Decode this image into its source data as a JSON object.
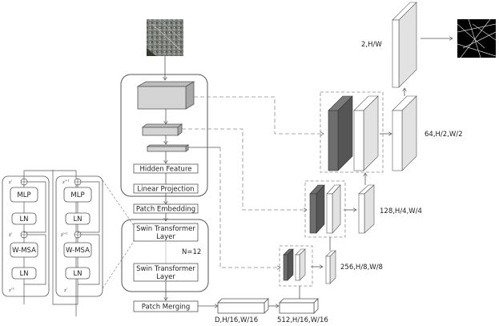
{
  "title": "Swin Transformer encoder with U-shaped decoder for road extraction",
  "input_image": {
    "semantic": "satellite-input-image"
  },
  "output_image": {
    "semantic": "road-segmentation-output"
  },
  "encoder": {
    "hidden_feature": "Hidden Feature",
    "linear_projection": "Linear Projection",
    "patch_embedding": "Patch Embedding",
    "swin_layer_1": [
      "Swin Transformer",
      "Layer"
    ],
    "swin_layer_2": [
      "Swin Transformer",
      "Layer"
    ],
    "repeat_label": "N=12",
    "patch_merging": "Patch Merging"
  },
  "swin_block_detail": {
    "left": {
      "mlp": "MLP",
      "ln_top": "LN",
      "attn": "W-MSA",
      "ln_bottom": "LN",
      "z_out": "z",
      "z_out_sup": "l",
      "z_mid": "ẑ",
      "z_mid_sup": "l",
      "z_in": "z",
      "z_in_sup": "l-1"
    },
    "right": {
      "mlp": "MLP",
      "ln_top": "LN",
      "attn": "W-MSA",
      "ln_bottom": "LN",
      "z_out": "z",
      "z_out_sup": "l+1",
      "z_mid": "ẑ",
      "z_mid_sup": "l+1",
      "z_in": "z",
      "z_in_sup": "l"
    }
  },
  "decoder": {
    "dims": {
      "d16": "D,H/16,W/16",
      "c512": "512,H/16,W/16",
      "c256": "256,H/8,W/8",
      "c128": "128,H/4,W/4",
      "c64": "64,H/2,W/2",
      "c2": "2,H/W"
    }
  },
  "colors": {
    "line": "#555555",
    "dashed": "#8a8a8a",
    "feature_gray": "#d4d4d4",
    "dark_block": "#6e6e6e",
    "dark_block_side": "#555555",
    "light_side": "#e2e2e2"
  }
}
